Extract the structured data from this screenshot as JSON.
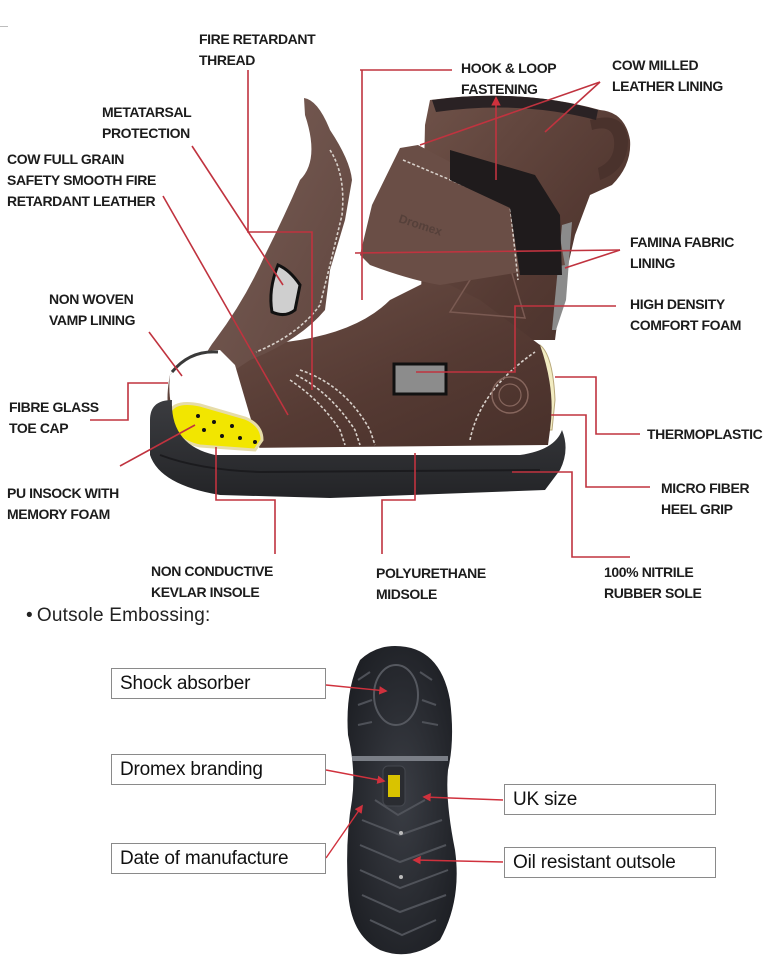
{
  "diagram": {
    "colors": {
      "leader_line": "#c0333f",
      "leather": "#5a3f38",
      "leather_light": "#6e4f47",
      "sole": "#2e2f33",
      "toe_cap": "#f2e600",
      "stitch": "#d9d2cc",
      "label_box_border": "#8a8a8a"
    },
    "boot_callouts": [
      {
        "id": "fire-retardant-thread",
        "lines": [
          "FIRE RETARDANT",
          "THREAD"
        ]
      },
      {
        "id": "hook-loop-fastening",
        "lines": [
          "HOOK & LOOP",
          "FASTENING"
        ]
      },
      {
        "id": "cow-milled-leather-lining",
        "lines": [
          "COW MILLED",
          "LEATHER LINING"
        ]
      },
      {
        "id": "metatarsal-protection",
        "lines": [
          "METATARSAL",
          "PROTECTION"
        ]
      },
      {
        "id": "cow-full-grain-leather",
        "lines": [
          "COW FULL GRAIN",
          "SAFETY SMOOTH FIRE",
          "RETARDANT LEATHER"
        ]
      },
      {
        "id": "famina-fabric-lining",
        "lines": [
          "FAMINA FABRIC",
          "LINING"
        ]
      },
      {
        "id": "non-woven-vamp-lining",
        "lines": [
          "NON WOVEN",
          "VAMP LINING"
        ]
      },
      {
        "id": "high-density-comfort-foam",
        "lines": [
          "HIGH DENSITY",
          "COMFORT FOAM"
        ]
      },
      {
        "id": "fibre-glass-toe-cap",
        "lines": [
          "FIBRE GLASS",
          "TOE CAP"
        ]
      },
      {
        "id": "thermoplastic",
        "lines": [
          "THERMOPLASTIC"
        ]
      },
      {
        "id": "pu-insock-memory-foam",
        "lines": [
          "PU INSOCK WITH",
          "MEMORY FOAM"
        ]
      },
      {
        "id": "micro-fiber-heel-grip",
        "lines": [
          "MICRO FIBER",
          "HEEL GRIP"
        ]
      },
      {
        "id": "non-conductive-kevlar-insole",
        "lines": [
          "NON CONDUCTIVE",
          "KEVLAR INSOLE"
        ]
      },
      {
        "id": "polyurethane-midsole",
        "lines": [
          "POLYURETHANE",
          "MIDSOLE"
        ]
      },
      {
        "id": "nitrile-rubber-sole",
        "lines": [
          "100% NITRILE",
          "RUBBER SOLE"
        ]
      }
    ],
    "boot_brand_text": "Dromex",
    "outsole_section": {
      "bullet": "•",
      "title": "Outsole Embossing:",
      "callouts": [
        {
          "id": "shock-absorber",
          "label": "Shock absorber"
        },
        {
          "id": "dromex-branding",
          "label": "Dromex branding"
        },
        {
          "id": "date-of-manufacture",
          "label": "Date of manufacture"
        },
        {
          "id": "uk-size",
          "label": "UK size"
        },
        {
          "id": "oil-resistant-outsole",
          "label": "Oil resistant outsole"
        }
      ]
    }
  }
}
